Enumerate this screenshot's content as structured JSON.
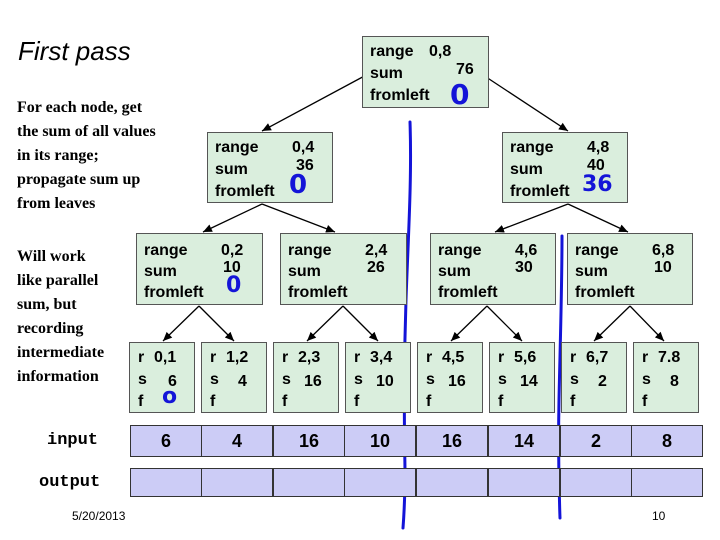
{
  "slide": {
    "title": "First pass",
    "date": "5/20/2013",
    "page_number": "10"
  },
  "notes": {
    "block1": [
      "For each node, get",
      "the sum of all values",
      "in its range;",
      "propagate sum up",
      "from leaves"
    ],
    "block2": [
      "Will work",
      "like parallel",
      "sum, but",
      "recording",
      "intermediate",
      "information"
    ]
  },
  "labels": {
    "range": "range",
    "sum": "sum",
    "fromleft": "fromleft",
    "r": "r",
    "s": "s",
    "f": "f"
  },
  "tree": {
    "root": {
      "range": "0,8",
      "sum": "76"
    },
    "level1": [
      {
        "range": "0,4",
        "sum": "36"
      },
      {
        "range": "4,8",
        "sum": "40"
      }
    ],
    "level2": [
      {
        "range": "0,2",
        "sum": "10"
      },
      {
        "range": "2,4",
        "sum": "26"
      },
      {
        "range": "4,6",
        "sum": "30"
      },
      {
        "range": "6,8",
        "sum": "10"
      }
    ],
    "leaves": [
      {
        "range": "0,1",
        "sum": "6"
      },
      {
        "range": "1,2",
        "sum": "4"
      },
      {
        "range": "2,3",
        "sum": "16"
      },
      {
        "range": "3,4",
        "sum": "10"
      },
      {
        "range": "4,5",
        "sum": "16"
      },
      {
        "range": "5,6",
        "sum": "14"
      },
      {
        "range": "6,7",
        "sum": "2"
      },
      {
        "range": "7.8",
        "sum": "8"
      }
    ]
  },
  "arrays": {
    "input_label": "input",
    "output_label": "output",
    "input": [
      "6",
      "4",
      "16",
      "10",
      "16",
      "14",
      "2",
      "8"
    ],
    "output": [
      "",
      "",
      "",
      "",
      "",
      "",
      "",
      ""
    ]
  },
  "handwriting": {
    "root_fromleft": "0",
    "left_fromleft": "0",
    "right_fromleft": "36",
    "l2_first_fromleft": "0",
    "leaf_first_fromleft": "o",
    "ink_color": "#1414d8"
  },
  "colors": {
    "node_fill": "#daeedd",
    "array_fill": "#ccccf6",
    "ink": "#1414d8"
  }
}
